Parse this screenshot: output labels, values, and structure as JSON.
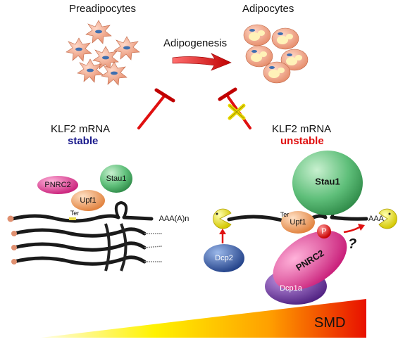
{
  "top": {
    "left_label": "Preadipocytes",
    "right_label": "Adipocytes",
    "process_label": "Adipogenesis"
  },
  "left": {
    "mrna_label": "KLF2 mRNA",
    "state_label": "stable",
    "proteins": {
      "pnrc2": "PNRC2",
      "upf1": "Upf1",
      "stau1": "Stau1"
    },
    "ter_label": "Ter",
    "polya_label": "AAA(A)n"
  },
  "right": {
    "mrna_label": "KLF2 mRNA",
    "state_label": "unstable",
    "proteins": {
      "stau1": "Stau1",
      "upf1": "Upf1",
      "pnrc2": "PNRC2",
      "dcp2": "Dcp2",
      "dcp1a": "Dcp1a",
      "p": "P"
    },
    "ter_label": "Ter",
    "polya_label": "AAA",
    "question": "?"
  },
  "gradient": {
    "label": "SMD"
  },
  "colors": {
    "stable": "#1a1a8c",
    "unstable": "#e01010",
    "pnrc2": "#e8399a",
    "upf1": "#f0a060",
    "stau1": "#5fbf7a",
    "dcp2": "#3a63b0",
    "dcp1a": "#7a3fa8",
    "cell": "#f2a68a",
    "nucleus": "#3f6fb0"
  }
}
